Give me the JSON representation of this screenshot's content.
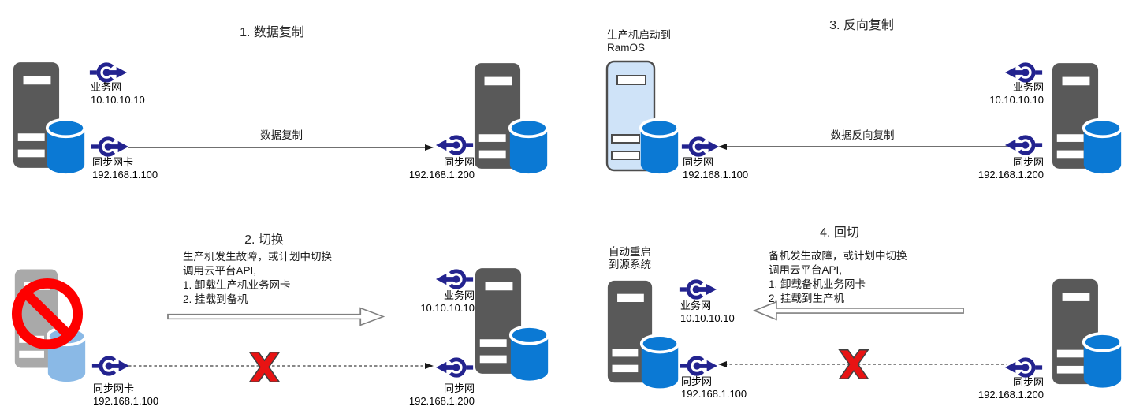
{
  "colors": {
    "server_dark": "#595959",
    "server_failed": "#a9a9a9",
    "server_ramos_fill": "#cfe3f8",
    "database_blue": "#0b79d4",
    "database_faded": "#8ab9e6",
    "nic_navy": "#23238f",
    "alert_red": "#fe0000",
    "x_red": "#e81313",
    "arrow_gray": "#808080"
  },
  "q1": {
    "title": "1. 数据复制",
    "flow_label": "数据复制",
    "src": {
      "nic_business": {
        "name": "业务网",
        "ip": "10.10.10.10"
      },
      "nic_sync": {
        "name": "同步网卡",
        "ip": "192.168.1.100"
      }
    },
    "dst": {
      "nic_sync": {
        "name": "同步网",
        "ip": "192.168.1.200"
      }
    }
  },
  "q2": {
    "title": "2. 切换",
    "notes": [
      "生产机发生故障，或计划中切换",
      "调用云平台API,",
      "1. 卸载生产机业务网卡",
      "2. 挂载到备机"
    ],
    "src": {
      "nic_sync": {
        "name": "同步网卡",
        "ip": "192.168.1.100"
      }
    },
    "dst": {
      "nic_business": {
        "name": "业务网",
        "ip": "10.10.10.10"
      },
      "nic_sync": {
        "name": "同步网",
        "ip": "192.168.1.200"
      }
    }
  },
  "q3": {
    "title": "3. 反向复制",
    "flow_label": "数据反向复制",
    "src_note": [
      "生产机启动到",
      "RamOS"
    ],
    "src": {
      "nic_sync": {
        "name": "同步网",
        "ip": "192.168.1.100"
      }
    },
    "dst": {
      "nic_business": {
        "name": "业务网",
        "ip": "10.10.10.10"
      },
      "nic_sync": {
        "name": "同步网",
        "ip": "192.168.1.200"
      }
    }
  },
  "q4": {
    "title": "4. 回切",
    "notes": [
      "备机发生故障，或计划中切换",
      "调用云平台API,",
      "1. 卸载备机业务网卡",
      "2. 挂载到生产机"
    ],
    "src_note": [
      "自动重启",
      "到源系统"
    ],
    "src": {
      "nic_business": {
        "name": "业务网",
        "ip": "10.10.10.10"
      },
      "nic_sync": {
        "name": "同步网",
        "ip": "192.168.1.100"
      }
    },
    "dst": {
      "nic_sync": {
        "name": "同步网",
        "ip": "192.168.1.200"
      }
    }
  }
}
